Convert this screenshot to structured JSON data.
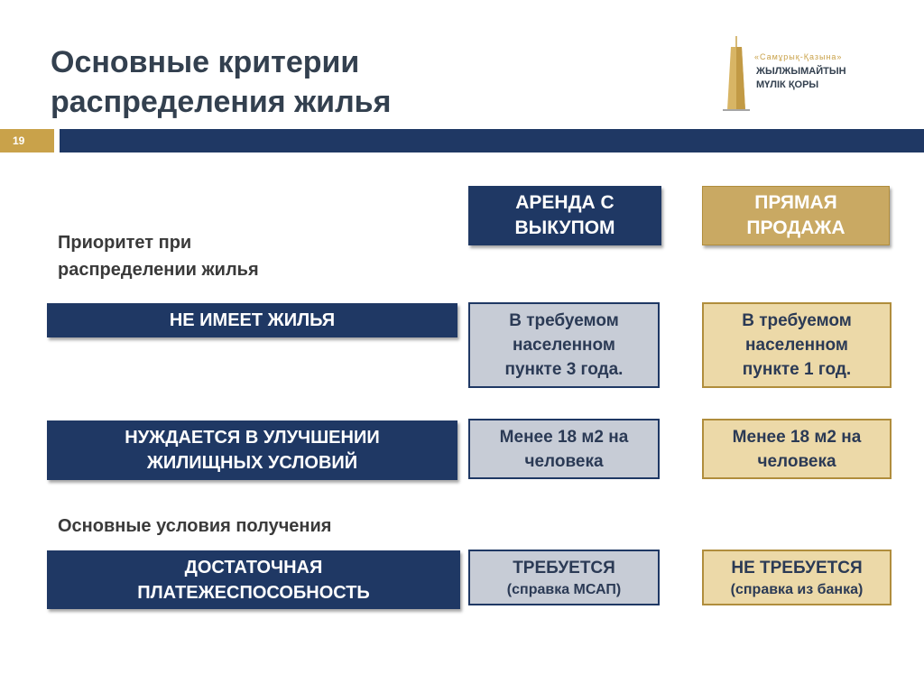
{
  "title": {
    "line1": "Основные критерии",
    "line2": "распределения жилья"
  },
  "logo": {
    "line1": "«Самұрық-Қазына»",
    "line2": "ЖЫЛЖЫМАЙТЫН",
    "line3": "МҮЛІК ҚОРЫ"
  },
  "page_number": "19",
  "columns": {
    "rent": "АРЕНДА С\nВЫКУПОМ",
    "sale": "ПРЯМАЯ\nПРОДАЖА"
  },
  "sections": {
    "priority": "Приоритет при\nраспределении жилья",
    "conditions": "Основные условия получения"
  },
  "rows": [
    {
      "criterion": "НЕ ИМЕЕТ ЖИЛЬЯ",
      "rent": "В требуемом\nнаселенном\nпункте 3 года.",
      "sale": "В требуемом\nнаселенном\nпункте 1 год."
    },
    {
      "criterion": "НУЖДАЕТСЯ В УЛУЧШЕНИИ\nЖИЛИЩНЫХ УСЛОВИЙ",
      "rent": "Менее 18 м2 на\nчеловека",
      "sale": "Менее 18 м2 на\nчеловека"
    },
    {
      "criterion": "ДОСТАТОЧНАЯ\nПЛАТЕЖЕСПОСОБНОСТЬ",
      "rent": "ТРЕБУЕТСЯ",
      "rent_note": "(справка МСАП)",
      "sale": "НЕ ТРЕБУЕТСЯ",
      "sale_note": "(справка из банка)"
    }
  ],
  "colors": {
    "navy": "#1f3864",
    "gold": "#c9a963",
    "grey_cell": "#c7ccd6",
    "gold_cell": "#ecd9a8"
  }
}
